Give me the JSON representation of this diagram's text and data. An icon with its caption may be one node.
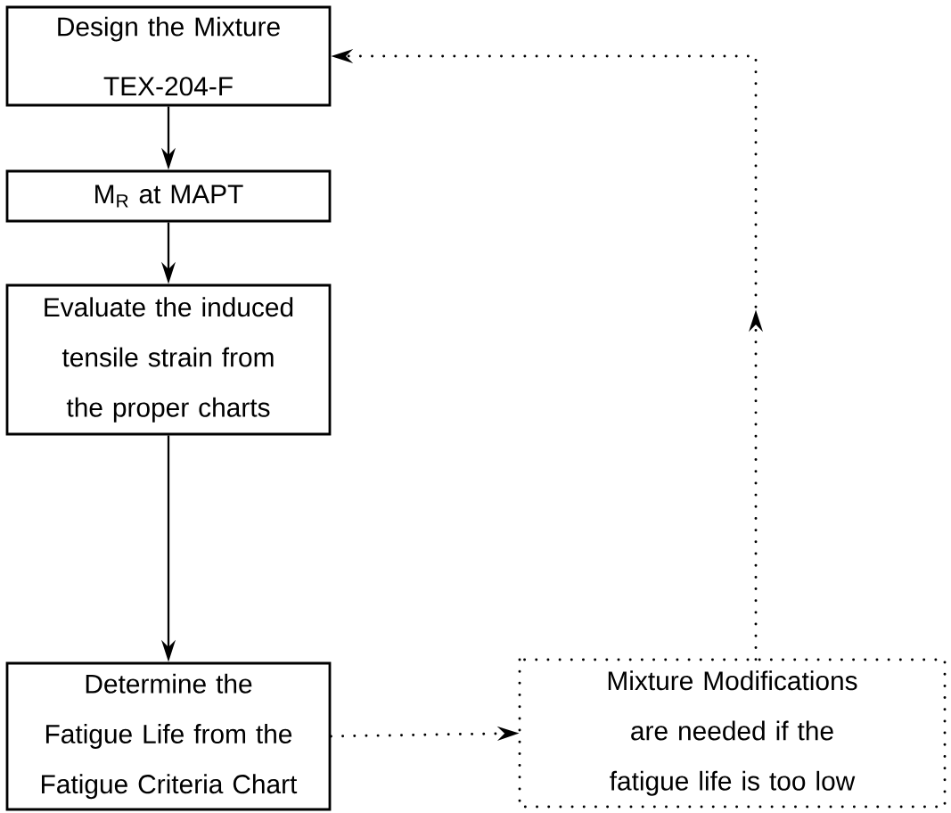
{
  "diagram": {
    "nodes": [
      {
        "text": [
          "Design the Mixture",
          "TEX-204-F"
        ]
      },
      {
        "text": [
          "M$_{R}$ at MAPT"
        ]
      },
      {
        "text": [
          "Evaluate the induced tensile strain from the proper charts"
        ]
      },
      {
        "text": [
          "Determine the Fatigue Life from the Fatigue Criteria Chart"
        ]
      },
      {
        "text": [
          "Mixture Modifications are needed if the fatigue life is too low"
        ]
      }
    ],
    "edges": [
      {
        "from": 0,
        "to": 1,
        "arrow": "to"
      },
      {
        "from": 1,
        "to": 2,
        "arrow": "to"
      },
      {
        "from": 2,
        "to": 3,
        "arrow": "to"
      },
      {
        "from": 3,
        "to": 4,
        "arrow": "to",
        "style": "dashed"
      },
      {
        "from": 4,
        "to": 0,
        "arrow": "to",
        "style": "dashed"
      }
    ]
  }
}
